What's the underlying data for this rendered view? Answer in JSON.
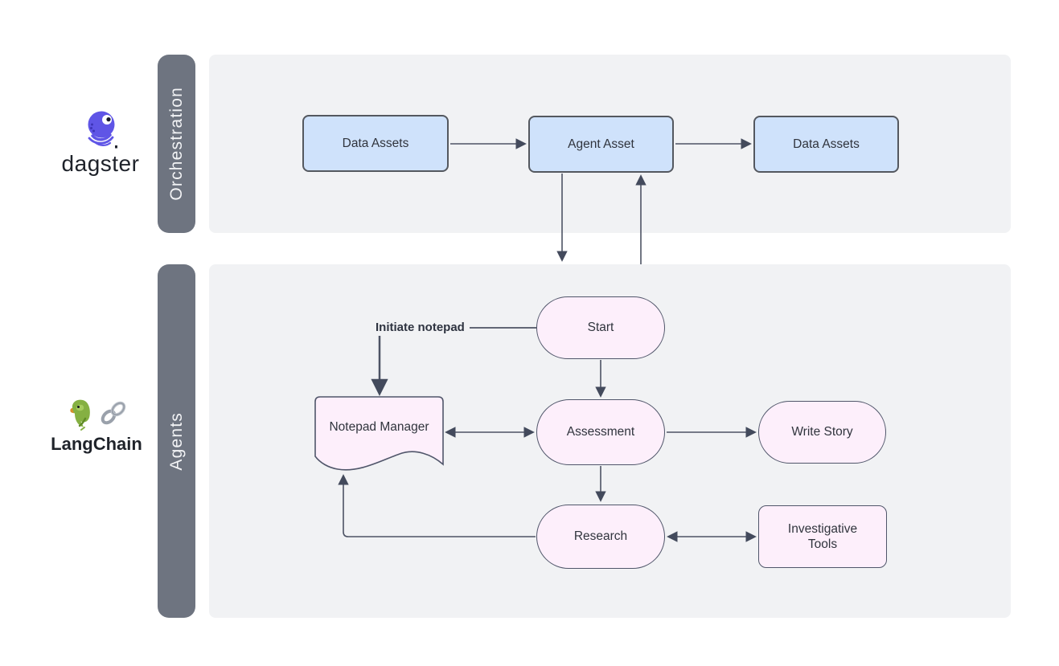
{
  "diagram": {
    "title_context": "Dagster orchestration with LangChain agents flowchart",
    "colors": {
      "panel_bg": "#f1f2f4",
      "sidebar_bg": "#6e7480",
      "blue_node_fill": "#cfe2fb",
      "blue_node_border": "#54585f",
      "pink_node_fill": "#fdeffb",
      "pink_node_border": "#50566a",
      "line_color": "#4d5364",
      "dagster_purple": "#5f55e6"
    },
    "sections": {
      "orchestration": {
        "sidebar_label": "Orchestration",
        "logo_text": "dagster",
        "nodes": {
          "data_assets_left": "Data Assets",
          "agent_asset": "Agent Asset",
          "data_assets_right": "Data Assets"
        }
      },
      "agents": {
        "sidebar_label": "Agents",
        "logo_text": "LangChain",
        "nodes": {
          "start": "Start",
          "notepad_manager": "Notepad Manager",
          "assessment": "Assessment",
          "write_story": "Write Story",
          "research": "Research",
          "investigative_tools_line1": "Investigative",
          "investigative_tools_line2": "Tools"
        }
      }
    },
    "edge_labels": {
      "initiate_notepad": "Initiate notepad"
    }
  }
}
